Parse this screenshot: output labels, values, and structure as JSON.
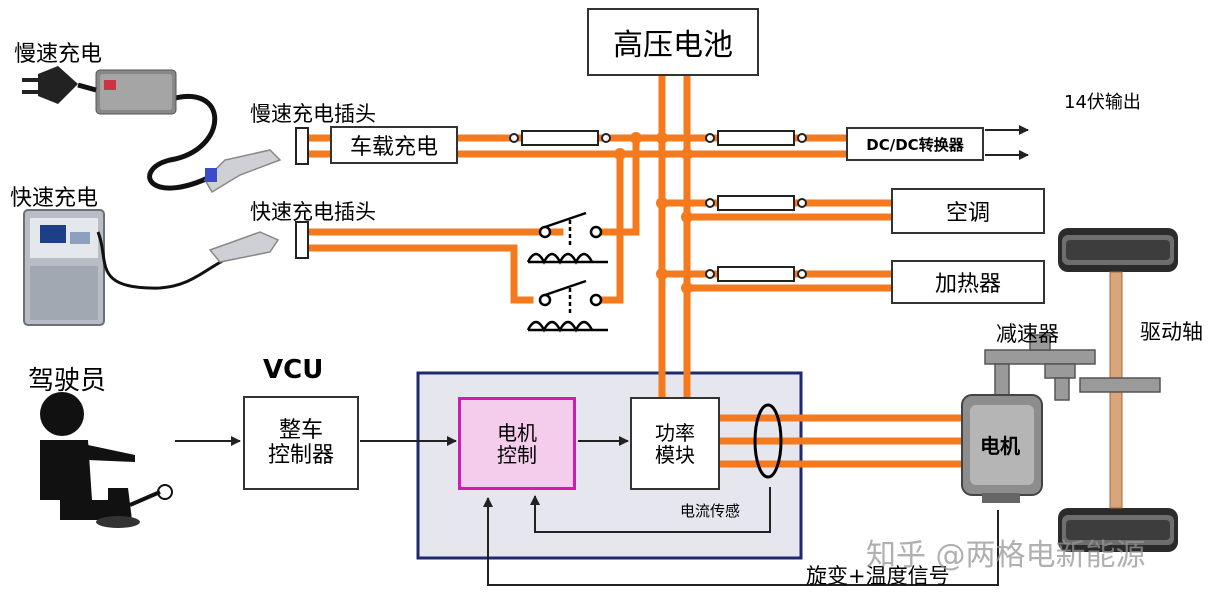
{
  "labels": {
    "slow_charge": "慢速充电",
    "fast_charge": "快速充电",
    "slow_plug": "慢速充电插头",
    "fast_plug": "快速充电插头",
    "onboard_charger": "车载充电",
    "hv_battery": "高压电池",
    "dcdc": "DC/DC转换器",
    "output_14v": "14伏输出",
    "ac": "空调",
    "heater": "加热器",
    "reducer": "减速器",
    "drive_shaft": "驱动轴",
    "driver": "驾驶员",
    "vcu": "VCU",
    "vcu_ctrl_line1": "整车",
    "vcu_ctrl_line2": "控制器",
    "motor_ctrl_line1": "电机",
    "motor_ctrl_line2": "控制",
    "power_mod_line1": "功率",
    "power_mod_line2": "模块",
    "current_sense": "电流传感",
    "motor": "电机",
    "resolver_signal": "旋变+温度信号",
    "watermark": "知乎 @两格电新能源"
  },
  "colors": {
    "hv_line": "#f57a1e",
    "signal_line": "#222222",
    "controller_bg": "#e6e6ee",
    "controller_border": "#1f2a6e",
    "motor_ctrl_bg": "#f5cdec",
    "motor_ctrl_border": "#d31bb3",
    "gray_part": "#9a9a9a"
  }
}
